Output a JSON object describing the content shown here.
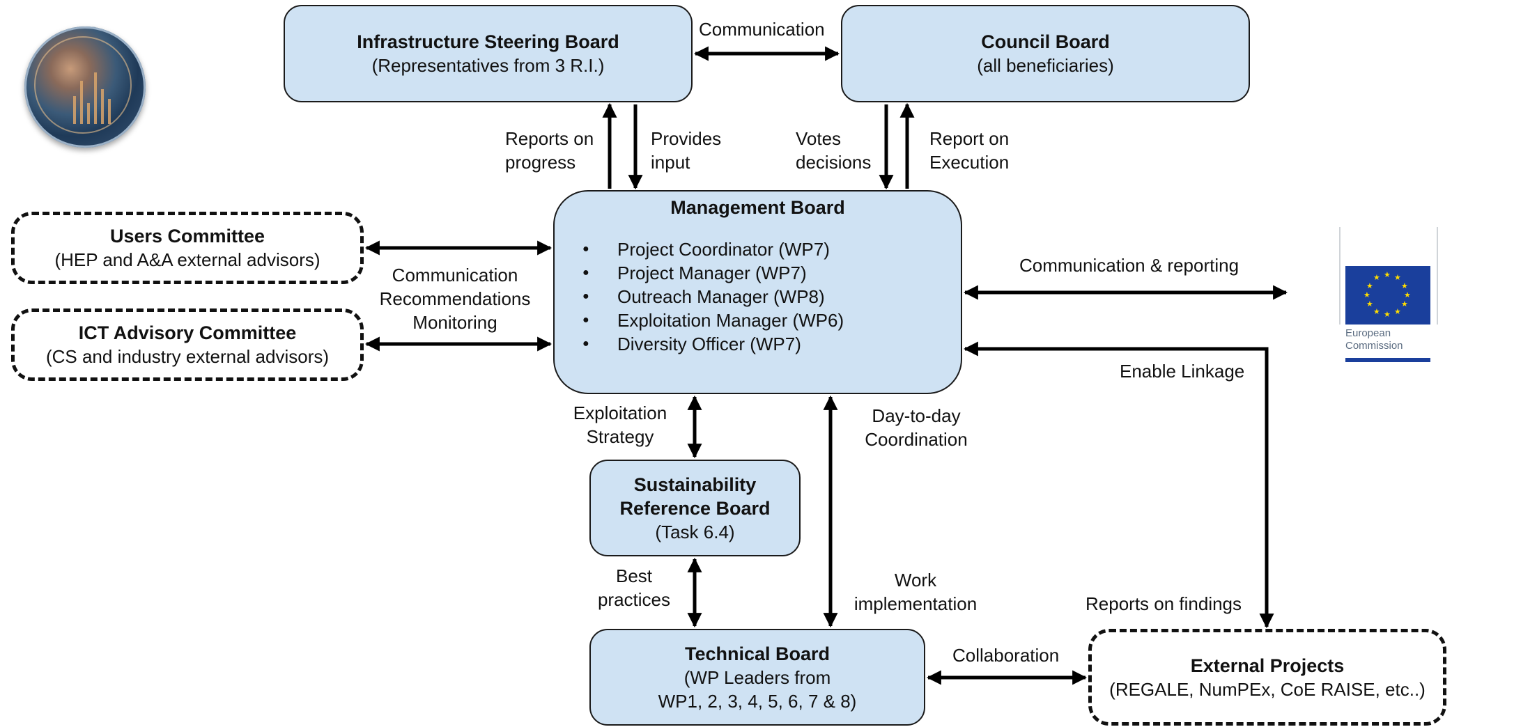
{
  "boxes": {
    "isb": {
      "title": "Infrastructure Steering Board",
      "sub": "(Representatives from 3 R.I.)"
    },
    "council": {
      "title": "Council Board",
      "sub": "(all beneficiaries)"
    },
    "users": {
      "title": "Users Committee",
      "sub": "(HEP and A&A external advisors)"
    },
    "ict": {
      "title": "ICT Advisory Committee",
      "sub": "(CS and industry external advisors)"
    },
    "mb": {
      "title": "Management Board",
      "items": [
        "Project Coordinator (WP7)",
        "Project Manager (WP7)",
        "Outreach Manager (WP8)",
        "Exploitation Manager (WP6)",
        "Diversity Officer (WP7)"
      ]
    },
    "srb": {
      "title_1": "Sustainability",
      "title_2": "Reference Board",
      "sub": "(Task 6.4)"
    },
    "tech": {
      "title": "Technical Board",
      "sub_1": "(WP Leaders from",
      "sub_2": "WP1, 2, 3, 4, 5, 6, 7 & 8)"
    },
    "ext": {
      "title": "External Projects",
      "sub": "(REGALE, NumPEx, CoE RAISE, etc..)"
    }
  },
  "labels": {
    "communication_top": "Communication",
    "reports_progress_1": "Reports on",
    "reports_progress_2": "progress",
    "provides_input_1": "Provides",
    "provides_input_2": "input",
    "votes_1": "Votes",
    "votes_2": "decisions",
    "report_exec_1": "Report on",
    "report_exec_2": "Execution",
    "comm_left_1": "Communication",
    "comm_left_2": "Recommendations",
    "comm_left_3": "Monitoring",
    "comm_reporting": "Communication & reporting",
    "enable_linkage": "Enable Linkage",
    "exploitation_1": "Exploitation",
    "exploitation_2": "Strategy",
    "day_1": "Day-to-day",
    "day_2": "Coordination",
    "best_1": "Best",
    "best_2": "practices",
    "work_1": "Work",
    "work_2": "implementation",
    "reports_findings": "Reports on findings",
    "collaboration": "Collaboration"
  },
  "logos": {
    "ec_line_1": "European",
    "ec_line_2": "Commission"
  },
  "colors": {
    "box_fill": "#cfe2f3",
    "border": "#1a1a1a",
    "eu_blue": "#1a3f9c",
    "eu_star": "#ffdd00"
  }
}
